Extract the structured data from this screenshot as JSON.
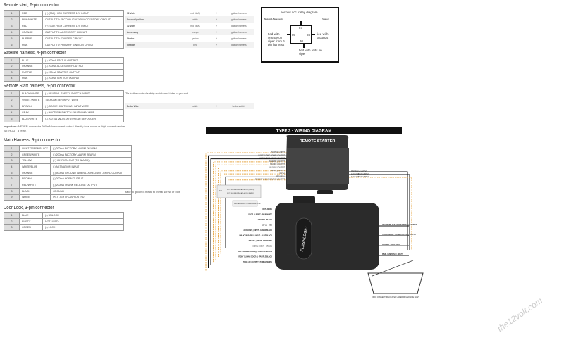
{
  "remote_start_6pin": {
    "title": "Remote start, 6-pin connector",
    "rows": [
      {
        "pin": "1",
        "color": "RED",
        "desc": "(+) (30A) HIGH CURRENT 12V INPUT"
      },
      {
        "pin": "2",
        "color": "PINK/WHITE",
        "desc": "OUTPUT TO SECOND IGNITION/ACCESSORY CIRCUIT"
      },
      {
        "pin": "3",
        "color": "RED",
        "desc": "(+) (30A) HIGH CURRENT 12V INPUT"
      },
      {
        "pin": "4",
        "color": "ORANGE",
        "desc": "OUTPUT TO ACCESSORY CIRCUIT"
      },
      {
        "pin": "5",
        "color": "PURPLE",
        "desc": "OUTPUT TO STARTER CIRCUIT"
      },
      {
        "pin": "6",
        "color": "PINK",
        "desc": "OUTPUT TO PRIMARY IGNITION CIRCUIT"
      }
    ],
    "vehicle": [
      {
        "func": "12 Volts",
        "wire": "red (40A)",
        "pol": "+",
        "loc": "ignition harness"
      },
      {
        "func": "Second Ignition",
        "wire": "white",
        "pol": "+",
        "loc": "ignition harness"
      },
      {
        "func": "12 Volts",
        "wire": "red (40A)",
        "pol": "+",
        "loc": "ignition harness"
      },
      {
        "func": "Accessory",
        "wire": "orange",
        "pol": "+",
        "loc": "ignition harness"
      },
      {
        "func": "Starter",
        "wire": "yellow",
        "pol": "+",
        "loc": "ignition harness"
      },
      {
        "func": "Ignition",
        "wire": "pink",
        "pol": "+",
        "loc": "ignition harness"
      }
    ]
  },
  "satellite_4pin": {
    "title": "Satellite harness, 4-pin connector",
    "rows": [
      {
        "pin": "1",
        "color": "BLUE",
        "desc": "(-) 200mA STATUS OUTPUT"
      },
      {
        "pin": "2",
        "color": "ORANGE",
        "desc": "(-) 200mA ACCESSORY OUTPUT"
      },
      {
        "pin": "3",
        "color": "PURPLE",
        "desc": "(-) 200mA STARTER OUTPUT"
      },
      {
        "pin": "4",
        "color": "PINK",
        "desc": "(-) 200mA IGNITION OUTPUT"
      }
    ]
  },
  "remote_start_5pin": {
    "title": "Remote Start harness, 5-pin connector",
    "rows": [
      {
        "pin": "1",
        "color": "BLACK/WHITE",
        "desc": "(-) NEUTRAL SAFETY SWITCH INPUT"
      },
      {
        "pin": "2",
        "color": "VIOLET/WHITE",
        "desc": "TACHOMETER INPUT WIRE"
      },
      {
        "pin": "3",
        "color": "BROWN",
        "desc": "(+) BRAKE SHUTDOWN INPUT WIRE"
      },
      {
        "pin": "4",
        "color": "GRAY",
        "desc": "(-) HOOD PIN SWITCH SHUTDOWN WIRE"
      },
      {
        "pin": "5",
        "color": "BLUE/WHITE",
        "desc": "(-) 200 MA 2ND STATUS/REAR DEFOGGER"
      }
    ],
    "neutral_note": "Tie in the neutral safety switch and take to ground",
    "brake": {
      "func": "Brake Wire",
      "wire": "white",
      "pol": "+",
      "loc": "brake switch"
    }
  },
  "important": {
    "label": "Important:",
    "text": "NEVER connect a 200mA low current output directly to a motor or high current device WITHOUT a relay."
  },
  "main_9pin": {
    "title": "Main Harness, 9-pin connector",
    "rows": [
      {
        "pin": "1",
        "color": "LIGHT GREEN BLACK",
        "desc": "(-) 200mA FACTORY ALARM DISARM"
      },
      {
        "pin": "2",
        "color": "GREEN/WHITE",
        "desc": "(-) 200mA FACTORY ALARM REARM"
      },
      {
        "pin": "3",
        "color": "YELLOW",
        "desc": "(+) IGNITION OUT (TO ALARM)"
      },
      {
        "pin": "4",
        "color": "WHITE/BLUE",
        "desc": "(-) ACTIVATION INPUT"
      },
      {
        "pin": "5",
        "color": "ORANGE",
        "desc": "(-) 500mA GROUND WHEN LOCKED/ANTI-GRIND OUTPUT"
      },
      {
        "pin": "6",
        "color": "BROWN",
        "desc": "(-) 200mA HORN OUTPUT"
      },
      {
        "pin": "7",
        "color": "RED/WHITE",
        "desc": "(-) 200mA TRUNK RELEASE OUTPUT"
      },
      {
        "pin": "8",
        "color": "BLACK",
        "desc": "GROUND"
      },
      {
        "pin": "9",
        "color": "WHITE",
        "desc": "(+/-) LIGHT FLASH OUTPUT"
      }
    ],
    "ground_note": "take to ground (metal to metal screw or bolt)"
  },
  "door_lock_3pin": {
    "title": "Door Lock, 3-pin connector",
    "rows": [
      {
        "pin": "1",
        "color": "BLUE",
        "desc": "(-) UNLOCK"
      },
      {
        "pin": "2",
        "color": "EMPTY",
        "desc": "NOT USED"
      },
      {
        "pin": "3",
        "color": "GREEN",
        "desc": "(-) LOCK"
      }
    ]
  },
  "relay": {
    "title": "second acc. relay diagram",
    "left_label": "Second Accessory",
    "right_label": "Starter",
    "p87": "87",
    "p86": "86",
    "p85": "85",
    "p30": "30",
    "note86": "tied with orange on viper from 6 pin harness",
    "note85": "tied with grounds",
    "note30": "tied with reds on viper"
  },
  "wiring": {
    "title": "TYPE 3 - WIRING DIAGRAM",
    "starter": "REMOTE STARTER",
    "brand": "FLASHLOGIC",
    "starter_wires": [
      "TACH (AC) INPUT",
      "RIGHT SLIDING DOOR (-) OUTPUT",
      "LEFT SLIDING DOOR (-) OUTPUT",
      "DISARM (-) OUTPUT",
      "TRUNK (-) OUTPUT",
      "UNLOCK (-) OUTPUT",
      "LOCK (-) OUTPUT",
      "12V (+)",
      "GROUND (-)",
      "GROUND WHEN RUNNING (-) OUTPUT"
    ],
    "starter_right": [
      "IGNITION (+) OUTPUT",
      "DOOR STATUS (-) INPUT",
      "HOOD STATUS (-) INPUT"
    ],
    "data_mode": "DATA MODE",
    "legend_na": "N/A",
    "legend1": "NOT REQUIRED IN DATA MODE (D MUX)",
    "legend2": "NOT REQUIRED IN DATA MODE (A MUX)",
    "see_data_mode": "SEE DATA MODE OR HARDWIRE MODE",
    "module_left": [
      "DATA MODE",
      "DOOR (-) INPUT - BLUE/WHITE",
      "GROUND - BLACK",
      "12V (+) - RED",
      "LOCK/ARM (-) INPUT - GREEN/BLACK",
      "UNLOCK/DISARM (-) INPUT - BLUE/BLACK",
      "TRUNK (-) INPUT - RED/WHITE",
      "HORN (-) INPUT - BROWN",
      "LEFT SLIDING DOOR (-) - PURPLE/YELLOW",
      "RIGHT SLIDING DOOR (-) - PURPLE/BLACK",
      "TACH (AC) OUTPUT - PURPLE/WHITE"
    ],
    "module_right": [
      "YELLOW/BLACK - DOOR STATUS (-) OUTPUT",
      "YELLOW/RED - TRUNK STATUS (-) OUTPUT",
      "ORANGE - DATA LINES",
      "PINK - IGNITION (+) INPUT"
    ],
    "obd_note": "OBDII CONNECTOR LOCATED UNDER DRIVER SIDE DASH"
  },
  "watermark": "the12volt.com"
}
